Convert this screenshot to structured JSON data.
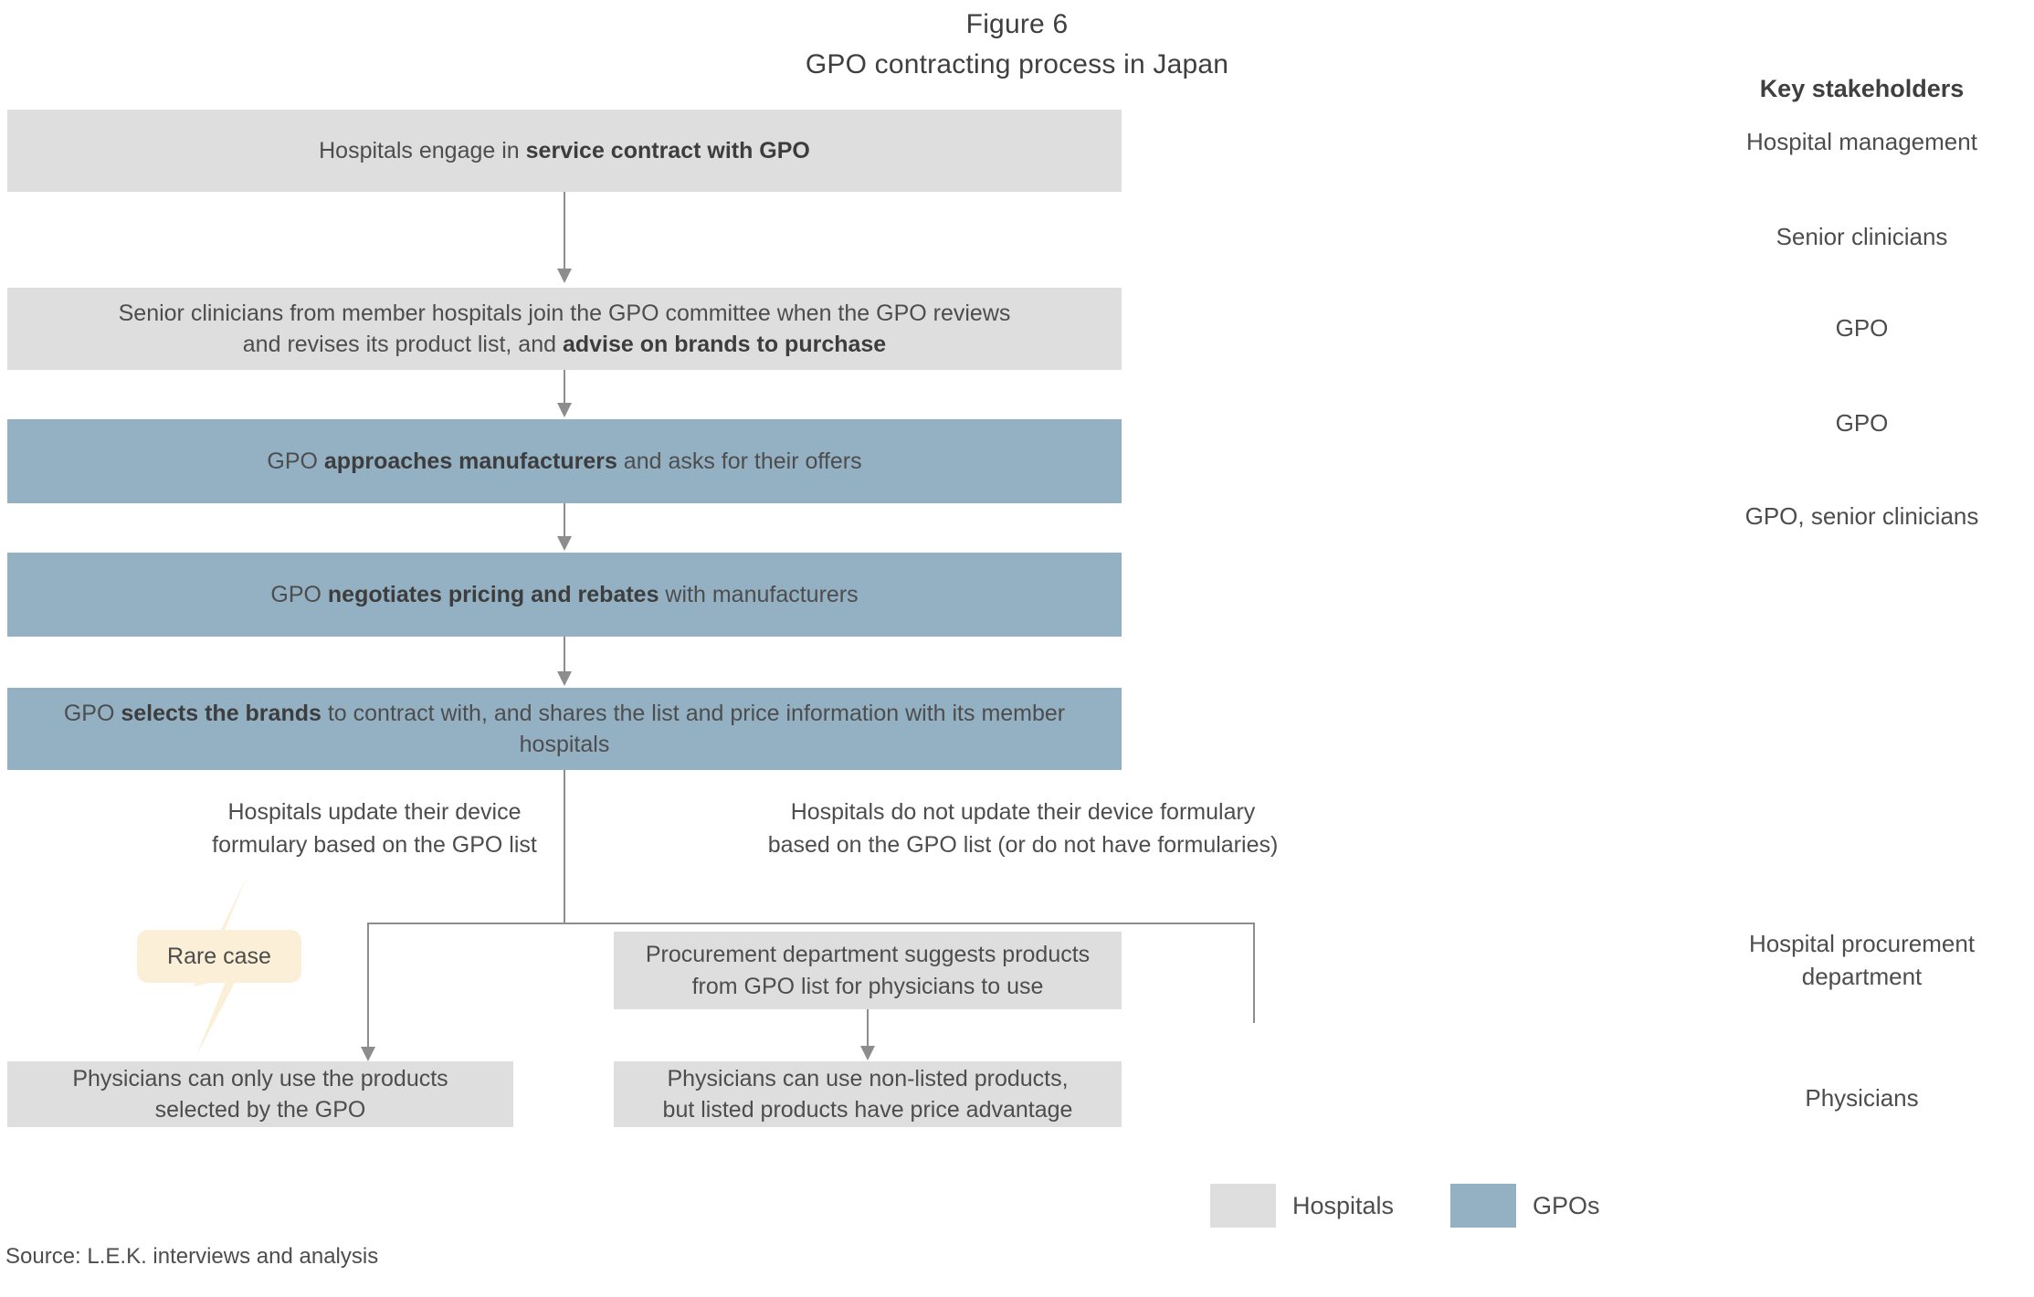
{
  "figure": {
    "title": "Figure 6",
    "subtitle": "GPO contracting process in Japan"
  },
  "colors": {
    "hospital_gray": "#dedede",
    "gpo_blue": "#94b1c4",
    "callout_cream": "#fcefd7",
    "connector_gray": "#8d8d8d",
    "text_gray": "#4d4d4d"
  },
  "steps": [
    {
      "id": "step-1-service-contract",
      "type": "hospital",
      "text_plain": "Hospitals engage in service contract with GPO",
      "lead": "Hospitals engage in ",
      "strong": "service contract with GPO",
      "tail": ""
    },
    {
      "id": "step-2-committee",
      "type": "hospital",
      "text_plain": "Senior clinicians from member hospitals join the GPO committee when the GPO reviews and revises its product list, and advise on brands to purchase",
      "line1": "Senior clinicians from member hospitals join the GPO committee when the GPO reviews",
      "line2_lead": "and revises its product list, and ",
      "line2_strong": "advise on brands to purchase",
      "line2_tail": ""
    },
    {
      "id": "step-3-approach-manufacturers",
      "type": "gpo",
      "text_plain": "GPO approaches manufacturers and asks for their offers",
      "lead": "GPO ",
      "strong": "approaches manufacturers",
      "tail": " and asks for their offers"
    },
    {
      "id": "step-4-negotiate",
      "type": "gpo",
      "text_plain": "GPO negotiates pricing and rebates with manufacturers",
      "lead": "GPO ",
      "strong": "negotiates pricing and rebates",
      "tail": " with manufacturers"
    },
    {
      "id": "step-5-select-brands",
      "type": "gpo",
      "text_plain": "GPO selects the brands to contract with, and shares the list and price information with its member hospitals",
      "lead": "GPO ",
      "strong": "selects the brands",
      "tail": " to contract with, and shares the list and price information with its member hospitals"
    }
  ],
  "branches": {
    "left_label_line1": "Hospitals update their device",
    "left_label_line2": "formulary based on the GPO list",
    "right_label_line1": "Hospitals do not update their device formulary",
    "right_label_line2": "based on the GPO list (or do not have formularies)"
  },
  "callout": {
    "label": "Rare case"
  },
  "lower_boxes": {
    "procurement": {
      "id": "box-procurement-department",
      "type": "hospital",
      "line1": "Procurement department suggests products",
      "line2": "from GPO list for physicians to use"
    },
    "physicians_left": {
      "id": "box-physicians-gpo-only",
      "type": "hospital",
      "line1": "Physicians can only use the products",
      "line2": "selected by the GPO"
    },
    "physicians_right": {
      "id": "box-physicians-non-listed",
      "type": "hospital",
      "line1": "Physicians can use non-listed products,",
      "line2": "but listed products have price advantage"
    }
  },
  "legend": {
    "items": [
      {
        "label": "Hospitals",
        "swatch": "gray"
      },
      {
        "label": "GPOs",
        "swatch": "blue"
      }
    ]
  },
  "stakeholders": {
    "header": "Key stakeholders",
    "items": [
      {
        "label": "Hospital management"
      },
      {
        "label": "Senior clinicians"
      },
      {
        "label": "GPO"
      },
      {
        "label": "GPO"
      },
      {
        "label": "GPO, senior clinicians"
      },
      {
        "line1": "Hospital procurement",
        "line2": "department"
      },
      {
        "label": "Physicians"
      }
    ]
  },
  "source": "Source: L.E.K. interviews and analysis"
}
